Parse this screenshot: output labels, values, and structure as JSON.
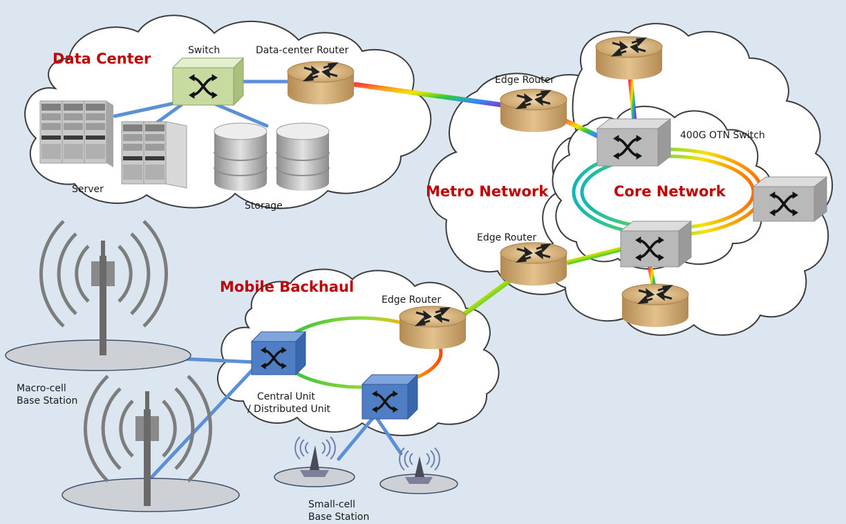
{
  "regions": {
    "data_center": "Data Center",
    "metro": "Metro Network",
    "core": "Core Network",
    "mobile": "Mobile Backhaul"
  },
  "labels": {
    "switch": "Switch",
    "dc_router": "Data-center Router",
    "server": "Server",
    "storage": "Storage",
    "edge_router_top": "Edge Router",
    "edge_router_mid": "Edge Router",
    "edge_router_mobile": "Edge Router",
    "otn_switch": "400G OTN Switch",
    "macro_line1": "Macro-cell",
    "macro_line2": "Base Station",
    "cu_line1": "Central Unit",
    "cu_line2": "/ Distributed Unit",
    "small_line1": "Small-cell",
    "small_line2": "Base Station"
  },
  "colors": {
    "region_title": "#c00000",
    "link_blue": "#5b8fd6",
    "router_tan": "#d9b886",
    "switch_green": "#c7dba0",
    "otn_gray": "#b4b4b4",
    "cu_blue": "#4f7ec4"
  }
}
